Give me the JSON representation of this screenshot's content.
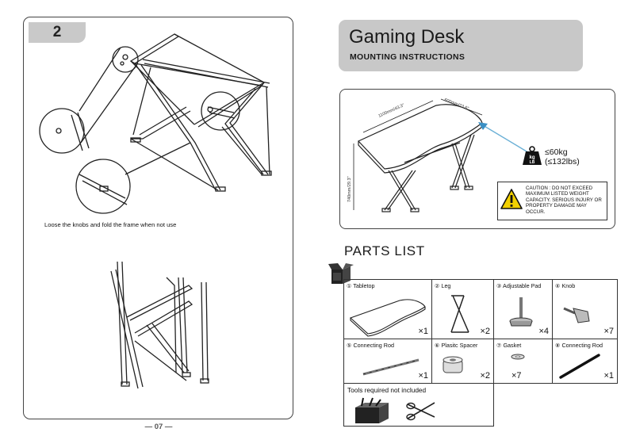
{
  "left_page": {
    "step_number": "2",
    "caption": "Loose the knobs and fold the frame when not use",
    "page_number": "07"
  },
  "right_page": {
    "title": "Gaming Desk",
    "subtitle": "MOUNTING INSTRUCTIONS",
    "dimensions": {
      "width": "1100mm/43.3\"",
      "depth": "600mm/23.6\"",
      "height": "740mm/29.3\""
    },
    "weight_icon": "kg-weight-icon",
    "weight_kg": "≤60kg",
    "weight_lbs": "(≤132lbs)",
    "weight_badge_top": "kg",
    "weight_badge_bottom": "LB",
    "caution": "CAUTION : DO NOT EXCEED MAXIMUM LISTED WEIGHT CAPACITY. SERIOUS INJURY OR PROPERTY DAMAGE MAY OCCUR.",
    "parts_list_title": "PARTS  LIST",
    "parts": [
      {
        "label": "① Tabletop",
        "qty": "×1"
      },
      {
        "label": "② Leg",
        "qty": "×2"
      },
      {
        "label": "③ Adjustable Pad",
        "qty": "×4"
      },
      {
        "label": "④ Knob",
        "qty": "×7"
      },
      {
        "label": "⑤ Connecting Rod",
        "qty": "×1"
      },
      {
        "label": "⑥ Plasitc Spacer",
        "qty": "×2"
      },
      {
        "label": "⑦ Gasket",
        "qty": "×7"
      },
      {
        "label": "⑧ Connecting Rod",
        "qty": "×1"
      }
    ],
    "tools_label": "Tools required not included"
  }
}
